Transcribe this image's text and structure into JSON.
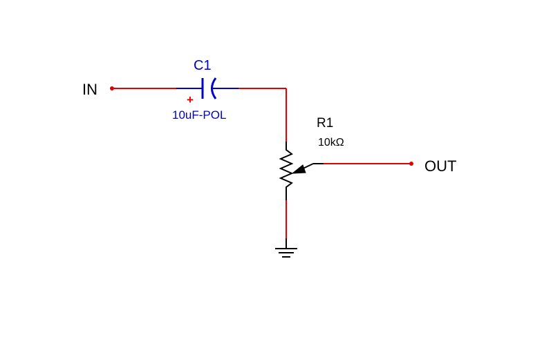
{
  "colors": {
    "wire": "#e00000",
    "component": "#0000cc",
    "symbol": "#000000",
    "label": "#000000",
    "polarity": "#e00000"
  },
  "terminals": {
    "input_label": "IN",
    "output_label": "OUT"
  },
  "capacitor": {
    "ref": "C1",
    "value": "10uF-POL",
    "polarity_mark": "+"
  },
  "potentiometer": {
    "ref": "R1",
    "value": "10kΩ"
  }
}
